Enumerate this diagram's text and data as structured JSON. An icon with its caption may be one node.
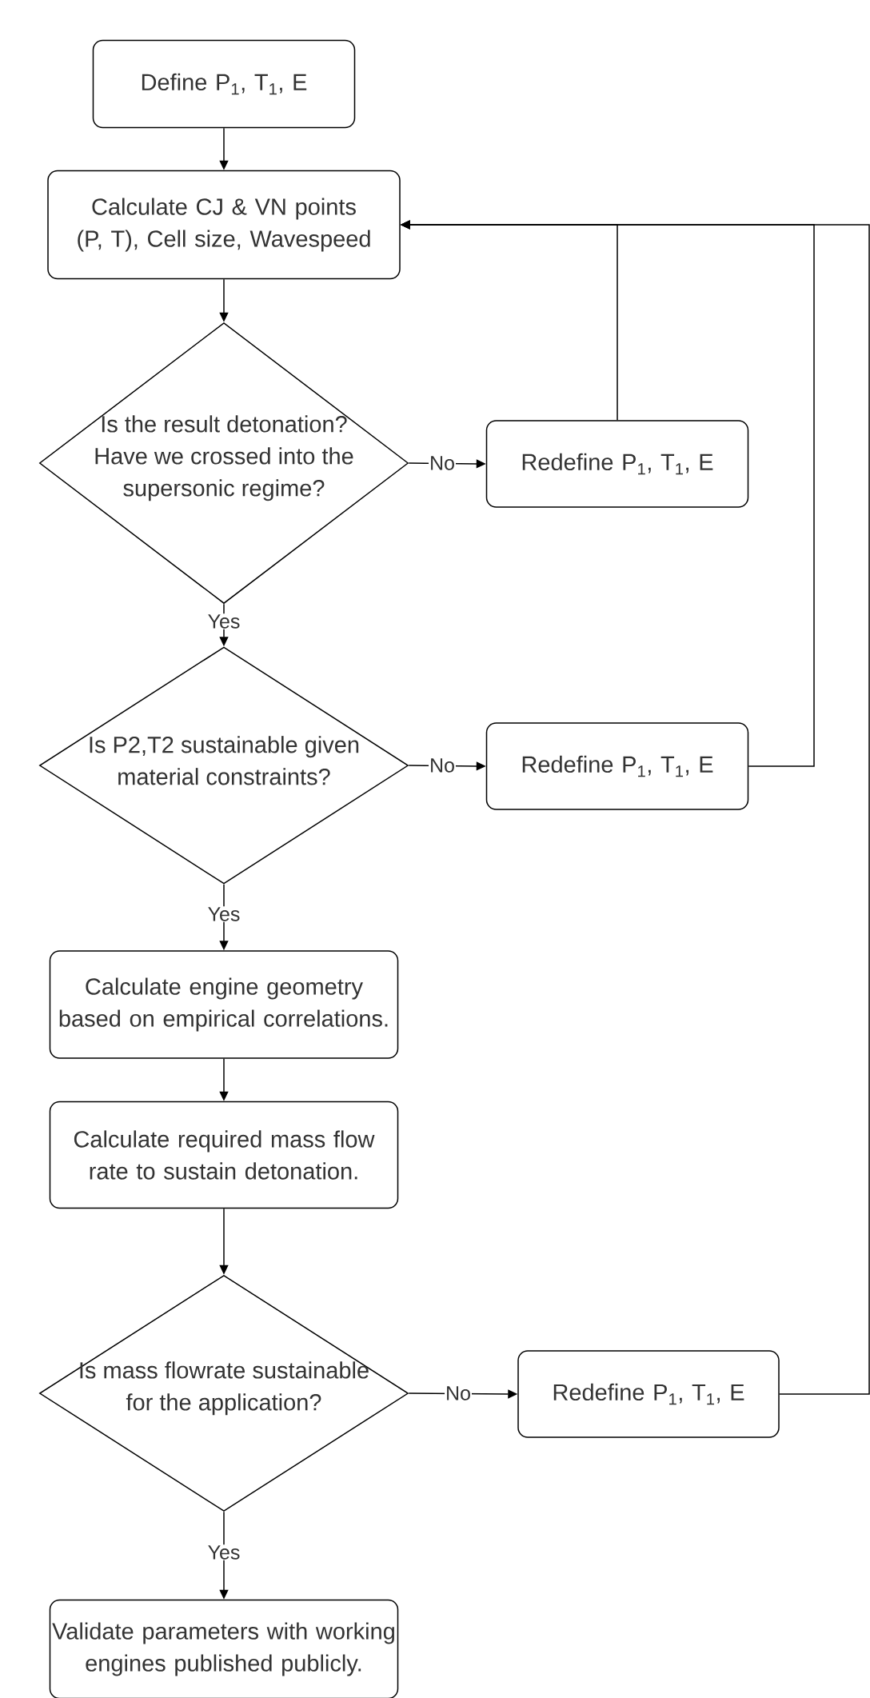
{
  "diagram": {
    "nodes": [
      {
        "text": [
          "Define P$_{1}$, T$_{1}$, E"
        ]
      },
      {
        "text": [
          "Calculate CJ & VN points (P, T), Cell size, Wavespeed"
        ]
      },
      {
        "text": [
          "Is the result detonation? Have we crossed into the supersonic regime?"
        ]
      },
      {
        "text": [
          "Redefine P$_{1}$, T$_{1}$, E"
        ]
      },
      {
        "text": [
          "Is P2,T2 sustainable given material constraints?"
        ]
      },
      {
        "text": [
          "Redefine P$_{1}$, T$_{1}$, E"
        ]
      },
      {
        "text": [
          "Calculate engine geometry based on empirical correlations."
        ]
      },
      {
        "text": [
          "Calculate required mass flow rate to sustain detonation."
        ]
      },
      {
        "text": [
          "Is mass flowrate sustainable for the application?"
        ]
      },
      {
        "text": [
          "Redefine P$_{1}$, T$_{1}$, E"
        ]
      },
      {
        "text": [
          "Validate parameters with working engines published publicly."
        ]
      }
    ],
    "edges": [
      {
        "from": 0,
        "to": 1,
        "arrow": "to"
      },
      {
        "from": 1,
        "to": 2,
        "arrow": "to"
      },
      {
        "from": 2,
        "to": 3,
        "arrow": "to",
        "label": "No"
      },
      {
        "from": 2,
        "to": 4,
        "arrow": "to",
        "label": "Yes"
      },
      {
        "from": 4,
        "to": 5,
        "arrow": "to",
        "label": "No"
      },
      {
        "from": 4,
        "to": 6,
        "arrow": "to",
        "label": "Yes"
      },
      {
        "from": 6,
        "to": 7,
        "arrow": "to"
      },
      {
        "from": 7,
        "to": 8,
        "arrow": "to"
      },
      {
        "from": 8,
        "to": 9,
        "arrow": "to",
        "label": "No"
      },
      {
        "from": 8,
        "to": 10,
        "arrow": "to",
        "label": "Yes"
      },
      {
        "from": 3,
        "to": 1,
        "arrow": "to"
      },
      {
        "from": 5,
        "to": 1,
        "arrow": "to"
      },
      {
        "from": 9,
        "to": 1,
        "arrow": "to"
      }
    ]
  }
}
